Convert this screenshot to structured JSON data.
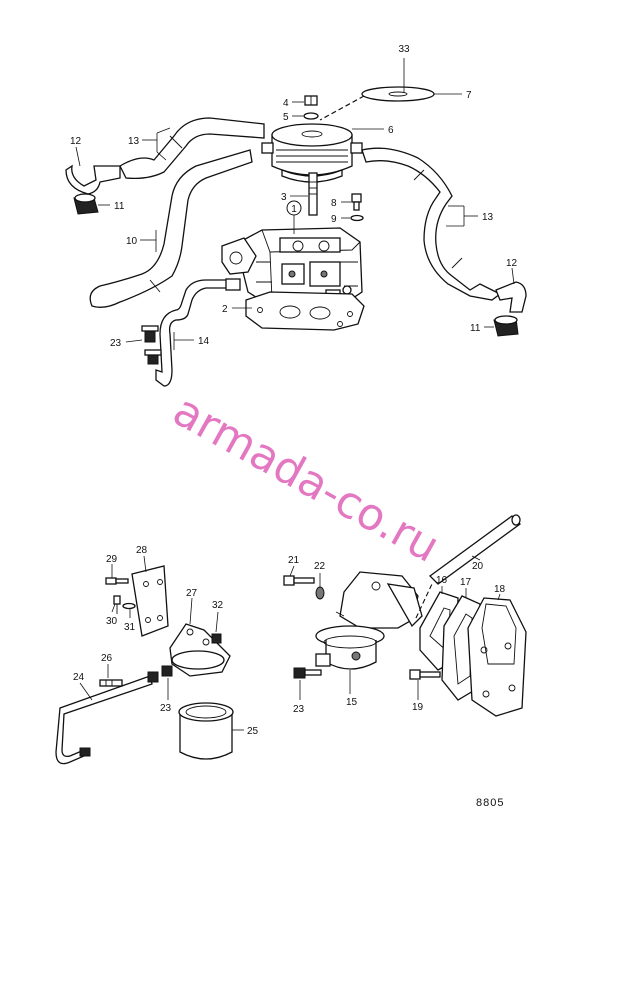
{
  "labels": {
    "l33": "33",
    "l7": "7",
    "l4": "4",
    "l5": "5",
    "l6": "6",
    "l12a": "12",
    "l13a": "13",
    "l11a": "11",
    "l3": "3",
    "l8": "8",
    "l9": "9",
    "l1": "1",
    "l10": "10",
    "l13b": "13",
    "l12b": "12",
    "l11b": "11",
    "l2": "2",
    "l23a": "23",
    "l14": "14",
    "l29": "29",
    "l28": "28",
    "l27": "27",
    "l32": "32",
    "l30": "30",
    "l31": "31",
    "l26": "26",
    "l24": "24",
    "l23b": "23",
    "l25": "25",
    "l21": "21",
    "l22": "22",
    "l20": "20",
    "l16": "16",
    "l17": "17",
    "l18": "18",
    "l23c": "23",
    "l15": "15",
    "l19": "19"
  },
  "drawing_code": "8805",
  "watermark": "armada-co.ru"
}
